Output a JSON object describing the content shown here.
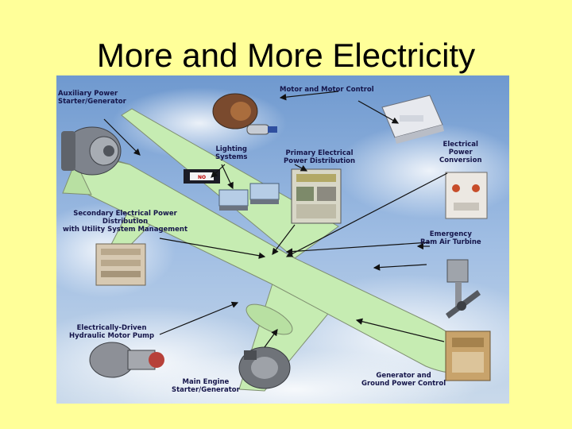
{
  "slide": {
    "title": "More and More Electricity"
  },
  "diagram": {
    "labels": {
      "apu": [
        "Auxiliary Power",
        "Starter/Generator"
      ],
      "motor": [
        "Motor and Motor Control"
      ],
      "lighting": [
        "Lighting",
        "Systems"
      ],
      "primary": [
        "Primary Electrical",
        "Power Distribution"
      ],
      "conversion": [
        "Electrical",
        "Power",
        "Conversion"
      ],
      "secondary": [
        "Secondary Electrical Power",
        "Distribution",
        "with Utility System Management"
      ],
      "rat": [
        "Emergency",
        "Ram Air Turbine"
      ],
      "pump": [
        "Electrically-Driven",
        "Hydraulic Motor Pump"
      ],
      "engine": [
        "Main Engine",
        "Starter/Generator"
      ],
      "gcu": [
        "Generator and",
        "Ground Power Control"
      ]
    },
    "colors": {
      "sky": "#7fa6d6",
      "airplane": "#c6ecb2",
      "label_text": "#15154a",
      "slide_background": "#ffff99"
    }
  }
}
